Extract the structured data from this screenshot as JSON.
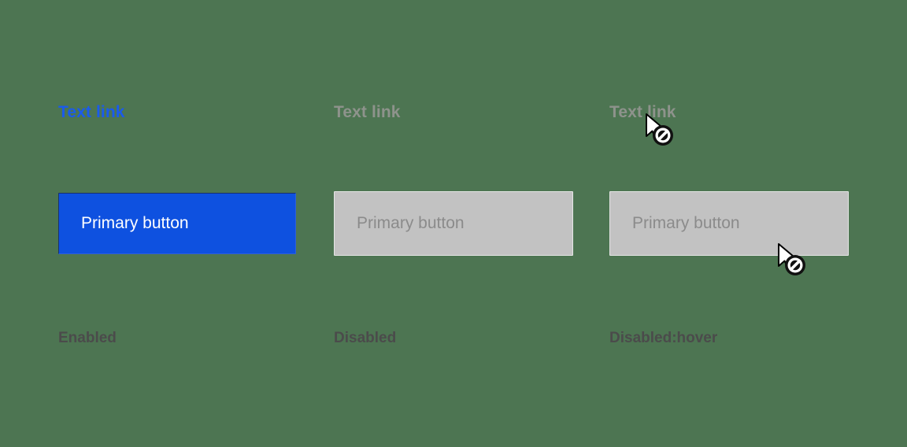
{
  "page": {
    "background_color": "#4d7552",
    "title": "Button states specimen"
  },
  "colors": {
    "link_enabled": "#1a5bec",
    "link_disabled": "#8e938c",
    "button_primary_bg": "#0e51e0",
    "button_primary_text": "#ffffff",
    "button_disabled_bg": "#c2c2c2",
    "button_disabled_text": "#8b8b8b",
    "button_disabled_border": "#e6e6e6",
    "caption_text": "#4b4b4b"
  },
  "columns": [
    {
      "id": "enabled",
      "link_label": "Text link",
      "link_state": "enabled",
      "button_label": "Primary button",
      "button_state": "enabled",
      "caption": "Enabled",
      "cursor": null
    },
    {
      "id": "disabled",
      "link_label": "Text link",
      "link_state": "disabled",
      "button_label": "Primary button",
      "button_state": "disabled",
      "caption": "Disabled",
      "cursor": null
    },
    {
      "id": "disabled-hover",
      "link_label": "Text link",
      "link_state": "disabled",
      "button_label": "Primary button",
      "button_state": "disabled",
      "caption": "Disabled:hover",
      "cursor": "not-allowed-cursor"
    }
  ],
  "cursors": [
    {
      "name": "not-allowed-cursor-on-link",
      "target": "text-link-disabled-hover"
    },
    {
      "name": "not-allowed-cursor-on-button",
      "target": "primary-button-disabled-hover"
    }
  ]
}
